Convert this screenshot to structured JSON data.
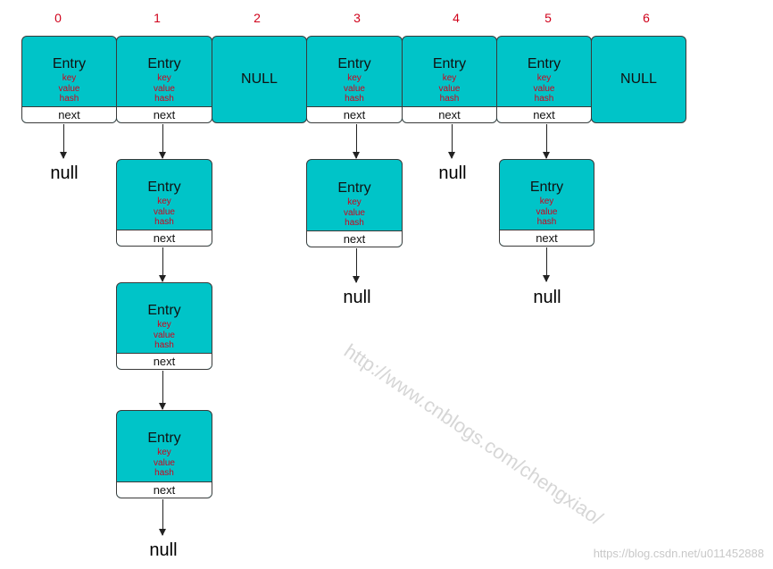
{
  "indices": [
    "0",
    "1",
    "2",
    "3",
    "4",
    "5",
    "6"
  ],
  "entry": {
    "title": "Entry",
    "field_key": "key",
    "field_value": "value",
    "field_hash": "hash",
    "next_label": "next"
  },
  "null_slot_label": "NULL",
  "null_terminal_label": "null",
  "watermarks": {
    "diagonal": "http://www.cnblogs.com/chengxiao/",
    "corner": "https://blog.csdn.net/u011452888"
  },
  "colors": {
    "entry_fill": "#00c4c8",
    "field_text": "#d0021b",
    "index_text": "#d0021b"
  }
}
